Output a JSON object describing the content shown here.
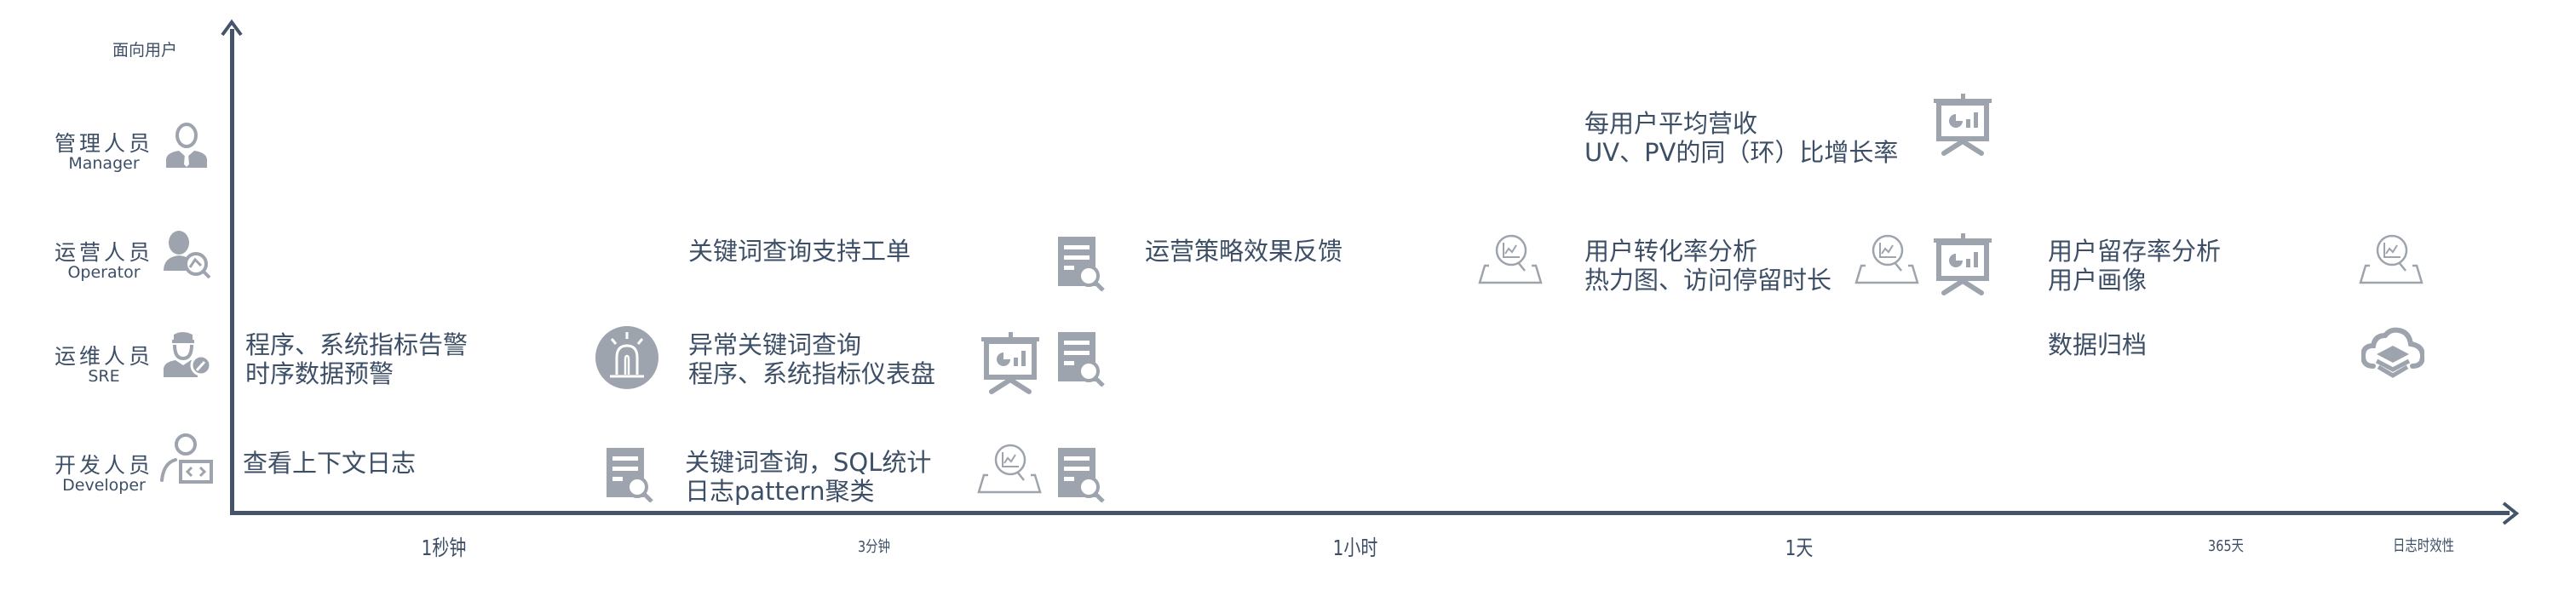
{
  "y_axis": {
    "title": "面向用户"
  },
  "x_axis": {
    "title": "日志时效性",
    "ticks": [
      "1秒钟",
      "3分钟",
      "1小时",
      "1天",
      "365天"
    ]
  },
  "roles": [
    {
      "cn": "管理人员",
      "en": "Manager",
      "icon": "manager-icon"
    },
    {
      "cn": "运营人员",
      "en": "Operator",
      "icon": "operator-analytics-icon"
    },
    {
      "cn": "运维人员",
      "en": "SRE",
      "icon": "sre-wrench-icon"
    },
    {
      "cn": "开发人员",
      "en": "Developer",
      "icon": "developer-code-icon"
    }
  ],
  "items": {
    "sre_1s": {
      "lines": [
        "程序、系统指标告警",
        "时序数据预警"
      ],
      "icons": [
        "alarm-icon"
      ]
    },
    "dev_1s": {
      "lines": [
        "查看上下文日志"
      ],
      "icons": [
        "document-search-icon"
      ]
    },
    "op_3m": {
      "lines": [
        "关键词查询支持工单"
      ],
      "icons": [
        "document-search-icon"
      ]
    },
    "sre_3m": {
      "lines": [
        "异常关键词查询",
        "程序、系统指标仪表盘"
      ],
      "icons": [
        "presentation-chart-icon",
        "document-search-icon"
      ]
    },
    "dev_3m": {
      "lines": [
        "关键词查询，SQL统计",
        "日志pattern聚类"
      ],
      "icons": [
        "chart-analysis-icon",
        "document-search-icon"
      ]
    },
    "op_1h": {
      "lines": [
        "运营策略效果反馈"
      ],
      "icons": [
        "chart-analysis-icon"
      ]
    },
    "mgr_1d": {
      "lines": [
        "每用户平均营收",
        "UV、PV的同（环）比增长率"
      ],
      "icons": [
        "presentation-chart-icon"
      ]
    },
    "op_1d": {
      "lines": [
        "用户转化率分析",
        "热力图、访问停留时长"
      ],
      "icons": [
        "chart-analysis-icon",
        "presentation-chart-icon"
      ]
    },
    "op_365d": {
      "lines": [
        "用户留存率分析",
        "用户画像"
      ],
      "icons": [
        "chart-analysis-icon"
      ]
    },
    "sre_365d": {
      "lines": [
        "数据归档"
      ],
      "icons": [
        "cloud-storage-icon"
      ]
    }
  },
  "colors": {
    "text": "#3d4f66",
    "axis": "#44556b",
    "icon": "#9ea4ad"
  }
}
